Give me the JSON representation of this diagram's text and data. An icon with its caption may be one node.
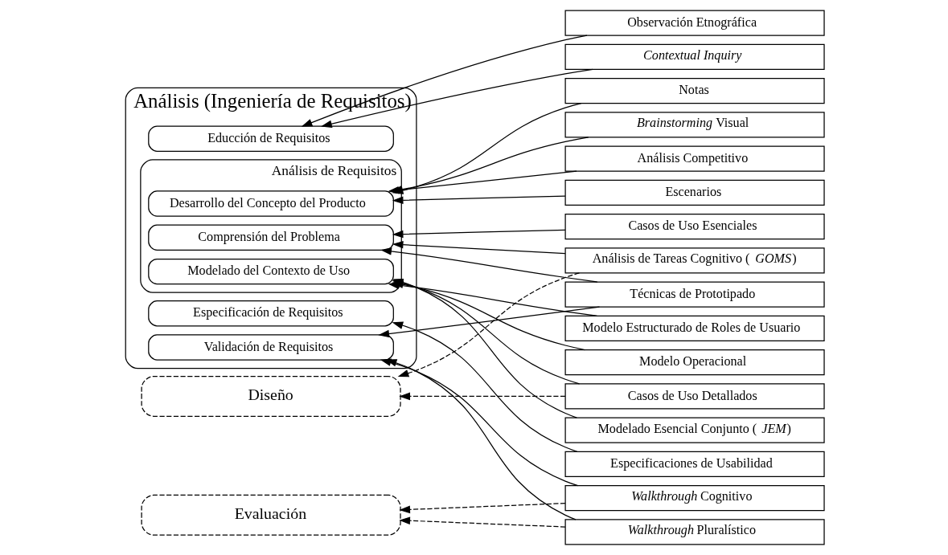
{
  "diagram": {
    "nodes": [
      {
        "text": [
          "Análisis (Ingeniería de Requisitos)"
        ]
      },
      {
        "text": [
          "Educción de Requisitos"
        ],
        "in": 0
      },
      {
        "text": [
          "Análisis de Requisitos"
        ],
        "in": 0
      },
      {
        "text": [
          "Desarrollo del Concepto del Producto"
        ],
        "in": 2
      },
      {
        "text": [
          "Comprensión del Problema"
        ],
        "in": 2
      },
      {
        "text": [
          "Modelado del Contexto de Uso"
        ],
        "in": 2
      },
      {
        "text": [
          "Especificación de Requisitos"
        ],
        "in": 0
      },
      {
        "text": [
          "Validación de Requisitos"
        ],
        "in": 0
      },
      {
        "text": [
          "Diseño"
        ]
      },
      {
        "text": [
          "Evaluación"
        ]
      },
      {
        "text": [
          "Observación Etnográfica"
        ]
      },
      {
        "text": [
          "*Contextual Inquiry*"
        ]
      },
      {
        "text": [
          "Notas"
        ]
      },
      {
        "text": [
          "*Brainstorming* Visual"
        ]
      },
      {
        "text": [
          "Análisis Competitivo"
        ]
      },
      {
        "text": [
          "Escenarios"
        ]
      },
      {
        "text": [
          "Casos de Uso Esenciales"
        ]
      },
      {
        "text": [
          "Análisis de Tareas Cognitivo (*GOMS*)"
        ]
      },
      {
        "text": [
          "Técnicas de Prototipado"
        ]
      },
      {
        "text": [
          "Modelo Estructurado de Roles de Usuario"
        ]
      },
      {
        "text": [
          "Modelo Operacional"
        ]
      },
      {
        "text": [
          "Casos de Uso Detallados"
        ]
      },
      {
        "text": [
          "Modelado Esencial Conjunto (*JEM*)"
        ]
      },
      {
        "text": [
          "Especificaciones de Usabilidad"
        ]
      },
      {
        "text": [
          "*Walkthrough* Cognitivo"
        ]
      },
      {
        "text": [
          "*Walkthrough* Pluralístico"
        ]
      }
    ],
    "edges": [
      {
        "from": 10,
        "to": 1,
        "arrow": "to"
      },
      {
        "from": 11,
        "to": 1,
        "arrow": "to"
      },
      {
        "from": 12,
        "to": 3,
        "arrow": "to"
      },
      {
        "from": 13,
        "to": 3,
        "arrow": "to"
      },
      {
        "from": 14,
        "to": 3,
        "arrow": "to"
      },
      {
        "from": 15,
        "to": 3,
        "arrow": "to"
      },
      {
        "from": 16,
        "to": 4,
        "arrow": "to"
      },
      {
        "from": 17,
        "to": 4,
        "arrow": "to"
      },
      {
        "from": 18,
        "to": 4,
        "arrow": "to"
      },
      {
        "from": 17,
        "to": 8,
        "arrow": "to",
        "style": "dashed"
      },
      {
        "from": 18,
        "to": 7,
        "arrow": "to"
      },
      {
        "from": 19,
        "to": 5,
        "arrow": "to"
      },
      {
        "from": 20,
        "to": 5,
        "arrow": "to"
      },
      {
        "from": 21,
        "to": 5,
        "arrow": "to"
      },
      {
        "from": 21,
        "to": 8,
        "arrow": "to",
        "style": "dashed"
      },
      {
        "from": 22,
        "to": 5,
        "arrow": "to"
      },
      {
        "from": 23,
        "to": 6,
        "arrow": "to"
      },
      {
        "from": 24,
        "to": 7,
        "arrow": "to"
      },
      {
        "from": 24,
        "to": 9,
        "arrow": "to",
        "style": "dashed"
      },
      {
        "from": 25,
        "to": 7,
        "arrow": "to"
      },
      {
        "from": 25,
        "to": 9,
        "arrow": "to",
        "style": "dashed"
      }
    ]
  }
}
